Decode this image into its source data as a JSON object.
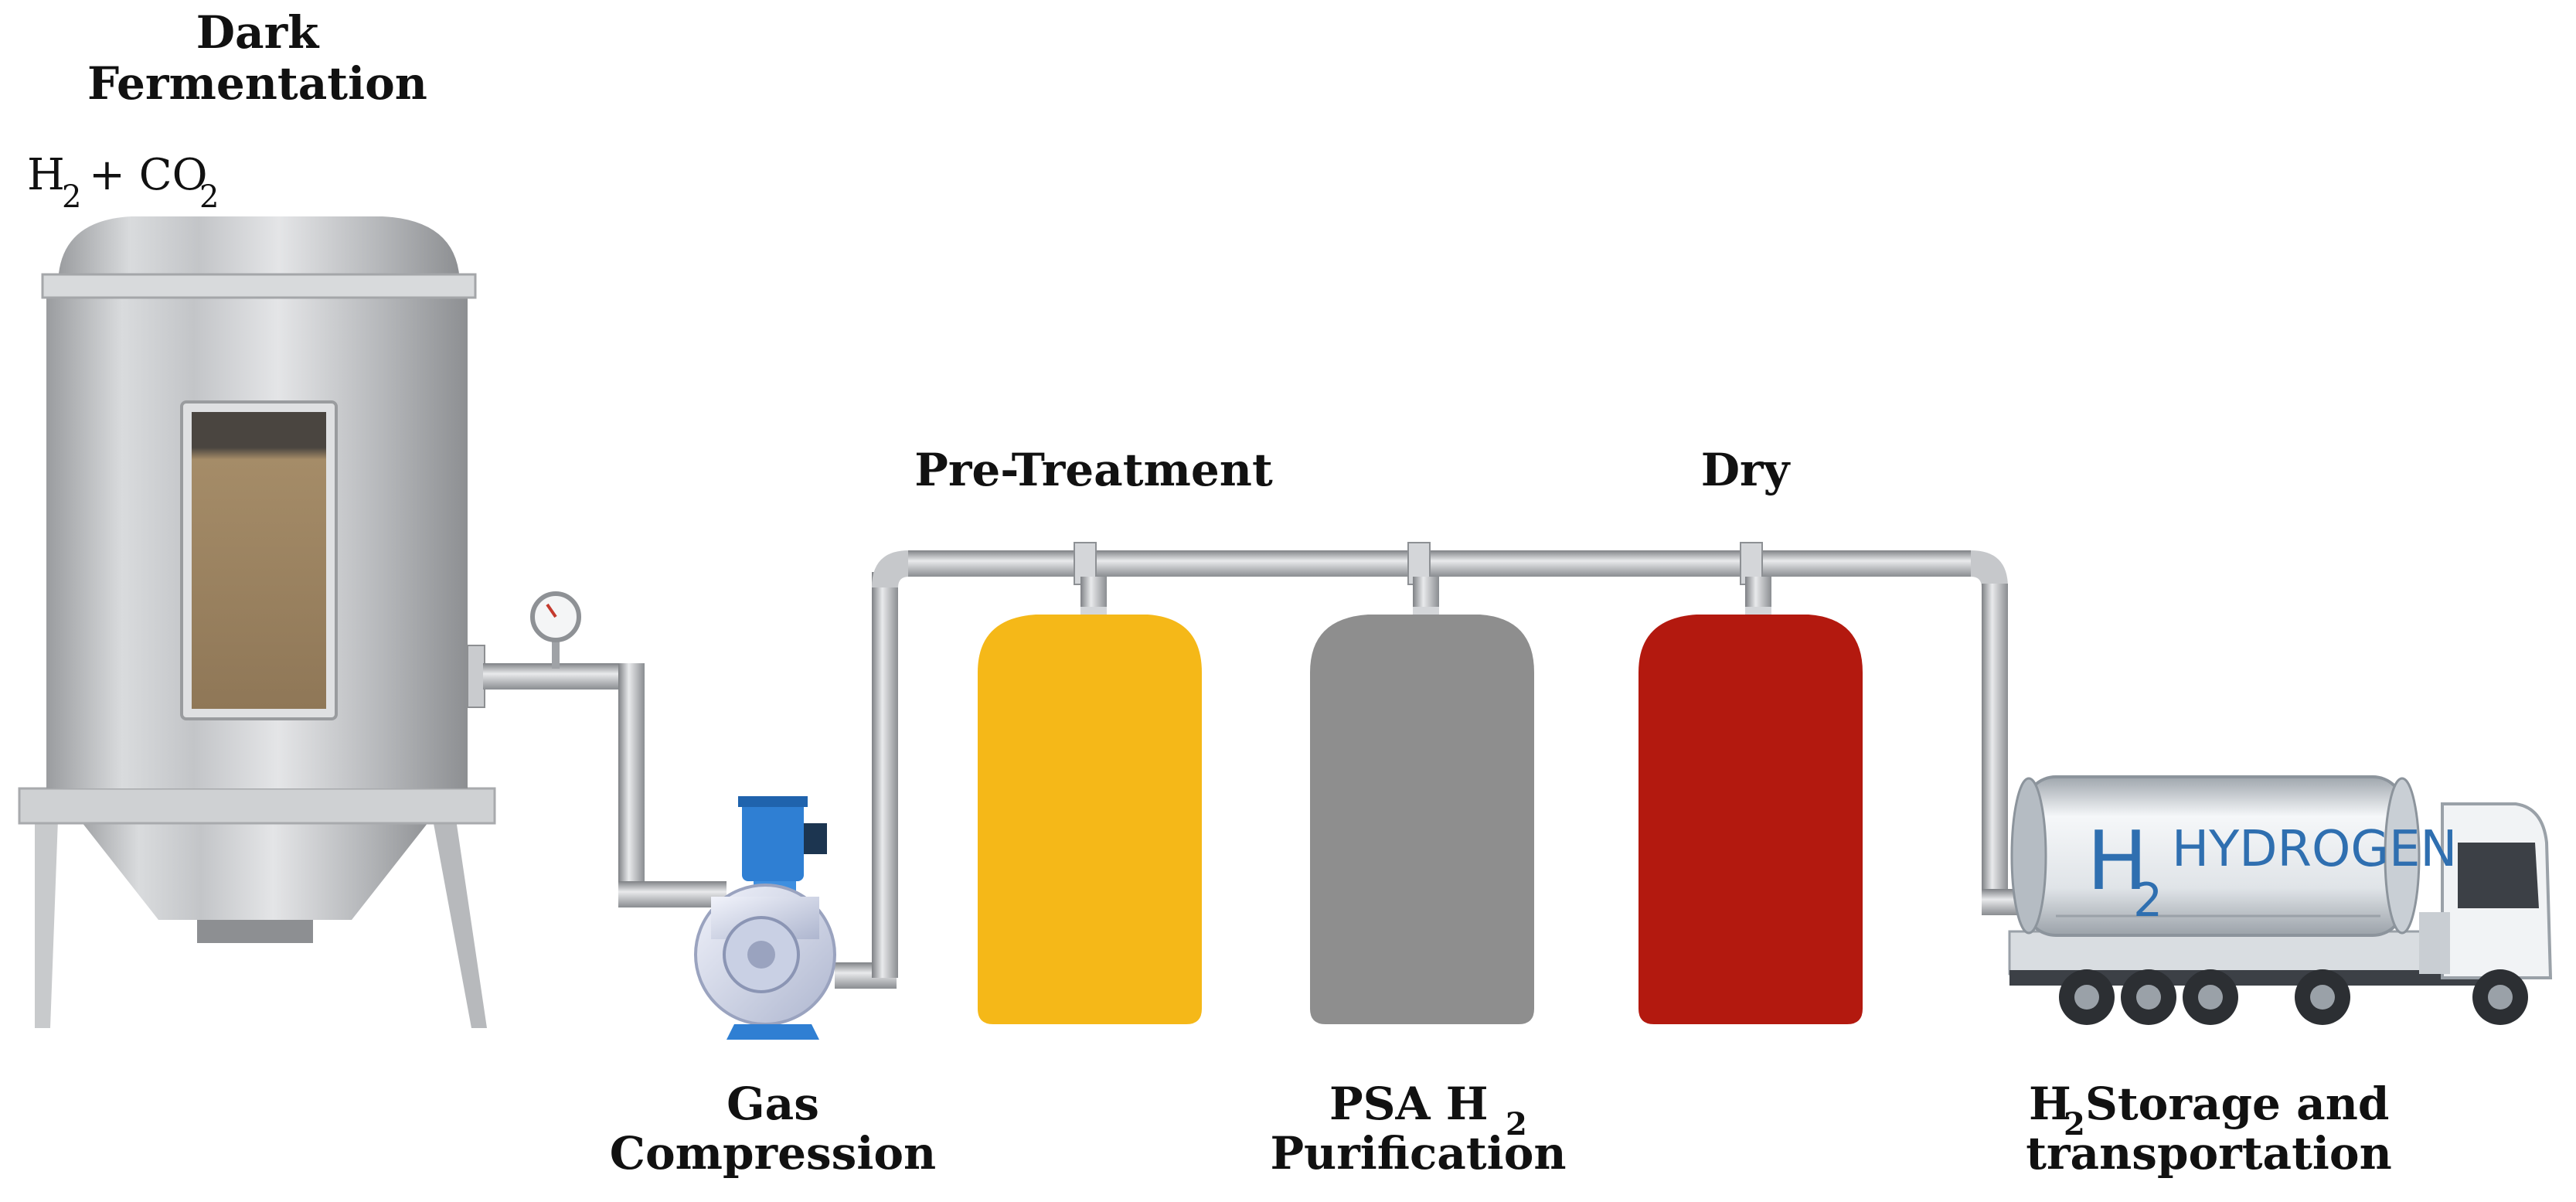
{
  "labels": {
    "dark_fermentation_line1": "Dark",
    "dark_fermentation_line2": "Fermentation",
    "gas_h": "H",
    "gas_h_sub": "2",
    "gas_plus_co": "+ CO",
    "gas_co_sub": "2",
    "pre_treatment": "Pre-Treatment",
    "dry": "Dry",
    "gas_compression_line1": "Gas",
    "gas_compression_line2": "Compression",
    "psa_line1": "PSA  H",
    "psa_line1_sub": "2",
    "psa_line2": "Purification",
    "storage_h": "H",
    "storage_h_sub": "2",
    "storage_line1_rest": "Storage and",
    "storage_line2": "transportation"
  },
  "truck": {
    "h": "H",
    "h_sub": "2",
    "brand": "HYDROGEN"
  },
  "colors": {
    "pre_treatment_tank": "#f5b818",
    "psa_tank": "#8e8e8e",
    "dry_tank": "#b3190f",
    "pipe": "#b9bcc0",
    "pump": "#2f7fd3",
    "truck_text": "#2f6fb0"
  },
  "icons": [
    "fermenter-tank",
    "pressure-gauge",
    "compressor-pump",
    "truck-icon"
  ]
}
